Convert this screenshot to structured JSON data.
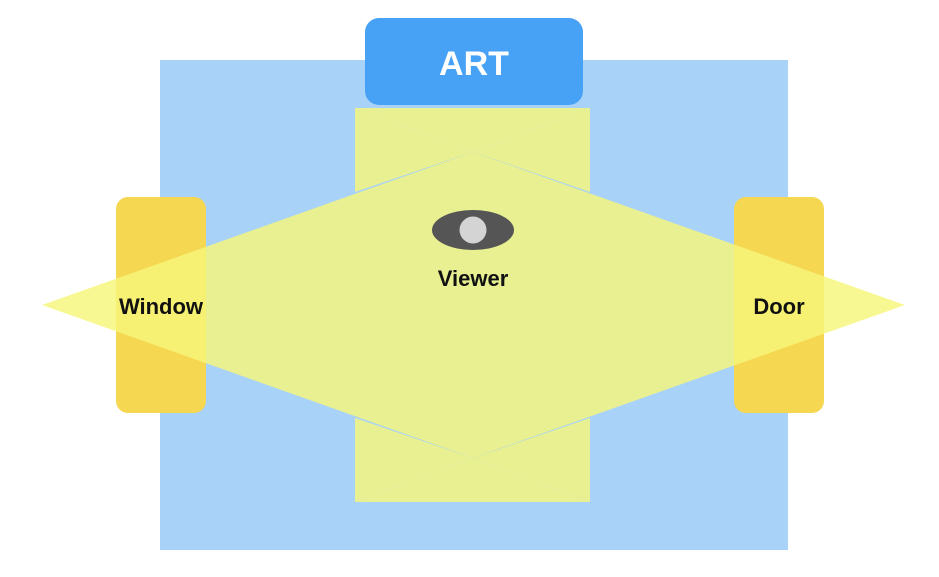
{
  "diagram": {
    "art_label": "ART",
    "viewer_label": "Viewer",
    "window_label": "Window",
    "door_label": "Door"
  },
  "colors": {
    "room": "#a8d2f8",
    "art_box": "#47a2f5",
    "art_text": "#ffffff",
    "opening": "#f5d752",
    "sight_cone": "#f6f77a",
    "eye_outer": "#555555",
    "eye_inner": "#d4d4d4",
    "text": "#111111"
  },
  "icons": {
    "viewer": "eye-icon"
  }
}
